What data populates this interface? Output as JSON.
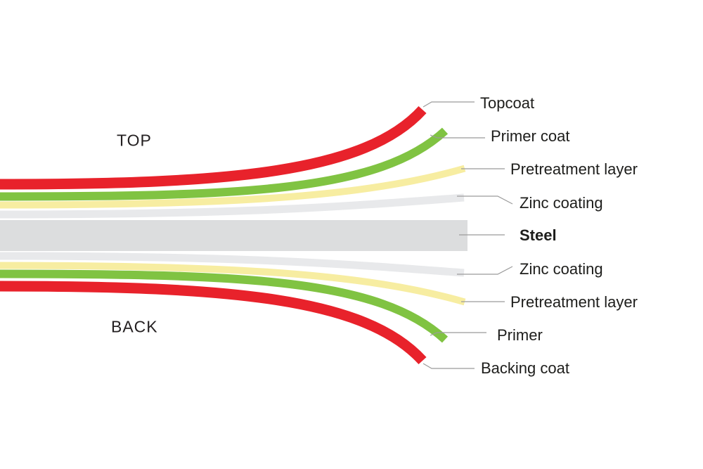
{
  "diagram": {
    "name": "coated-steel-layer-structure",
    "section_labels": {
      "top": "TOP",
      "back": "BACK"
    },
    "layers_top_to_bottom": [
      {
        "label": "Topcoat",
        "color": "#e8222b",
        "bold": false
      },
      {
        "label": "Primer coat",
        "color": "#80c342",
        "bold": false
      },
      {
        "label": "Pretreatment layer",
        "color": "#f7eda1",
        "bold": false
      },
      {
        "label": "Zinc coating",
        "color": "#e8e9eb",
        "bold": false
      },
      {
        "label": "Steel",
        "color": "#dcddde",
        "bold": true
      },
      {
        "label": "Zinc coating",
        "color": "#e8e9eb",
        "bold": false
      },
      {
        "label": "Pretreatment layer",
        "color": "#f7eda1",
        "bold": false
      },
      {
        "label": "Primer",
        "color": "#80c342",
        "bold": false
      },
      {
        "label": "Backing coat",
        "color": "#e8222b",
        "bold": false
      }
    ],
    "colors": {
      "leader_line": "#9b9b9b",
      "label_text": "#1d1d1b",
      "background": "#ffffff"
    }
  }
}
